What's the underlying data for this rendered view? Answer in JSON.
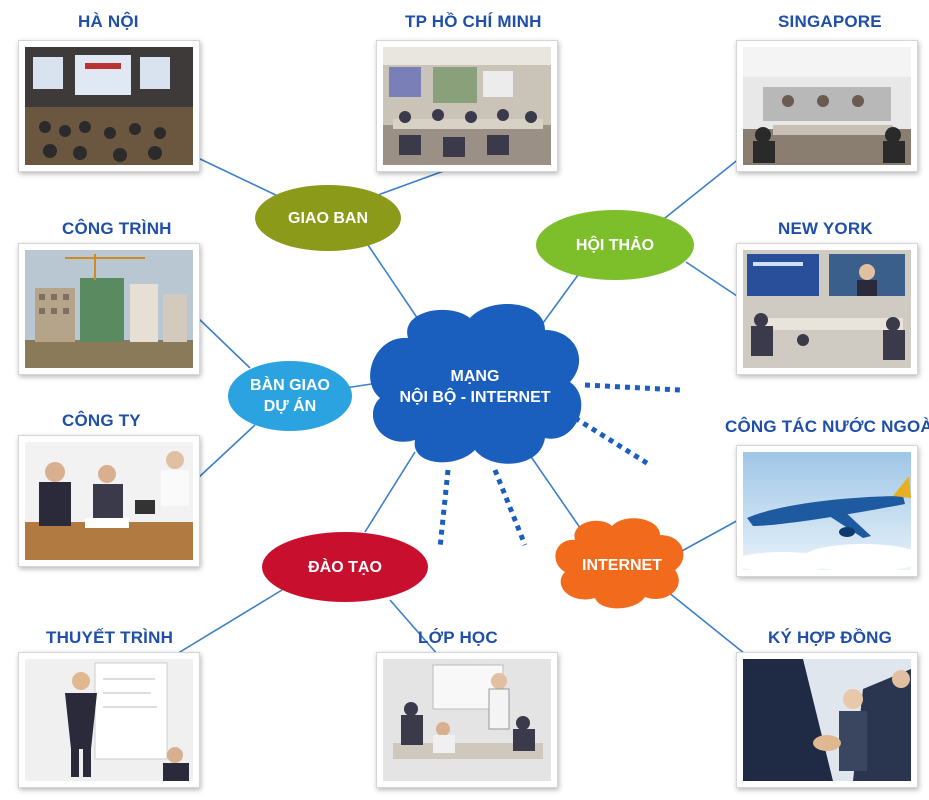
{
  "center": {
    "line1": "MẠNG",
    "line2": "NỘI BỘ - INTERNET",
    "color": "#1a5fbd"
  },
  "hubs": {
    "giao_ban": {
      "label": "GIAO BAN",
      "color": "#8c9a1a"
    },
    "hoi_thao": {
      "label": "HỘI THẢO",
      "color": "#7cbf2a"
    },
    "ban_giao": {
      "line1": "BÀN GIAO",
      "line2": "DỰ ÁN",
      "color": "#2ba3e0"
    },
    "dao_tao": {
      "label": "ĐÀO TẠO",
      "color": "#c8102e"
    },
    "internet": {
      "label": "INTERNET",
      "color": "#f26a1b"
    }
  },
  "photos": {
    "ha_noi": {
      "label": "HÀ NỘI"
    },
    "tp_hcm": {
      "label": "TP HỒ CHÍ MINH"
    },
    "singapore": {
      "label": "SINGAPORE"
    },
    "cong_trinh": {
      "label": "CÔNG TRÌNH"
    },
    "new_york": {
      "label": "NEW YORK"
    },
    "cong_ty": {
      "label": "CÔNG TY"
    },
    "cong_tac": {
      "label": "CÔNG TÁC NƯỚC NGOÀI"
    },
    "thuyet_trinh": {
      "label": "THUYẾT TRÌNH"
    },
    "lop_hoc": {
      "label": "LỚP HỌC"
    },
    "ky_hop_dong": {
      "label": "KÝ HỢP ĐỒNG"
    }
  },
  "colors": {
    "label_text": "#1f4fa8",
    "connector": "#3d7fc8",
    "dash": "#1a5fbd"
  }
}
